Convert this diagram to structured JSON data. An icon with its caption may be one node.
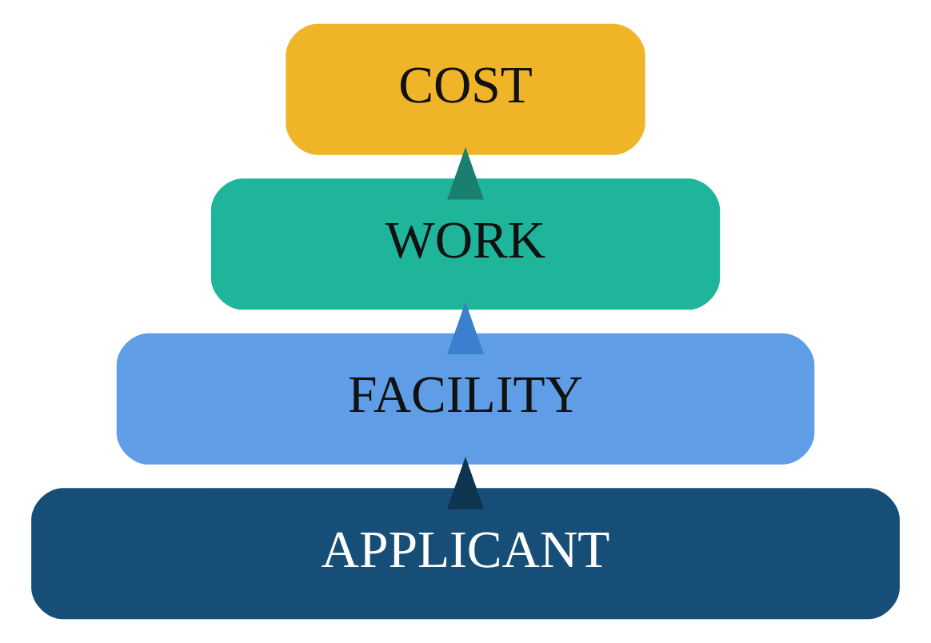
{
  "diagram": {
    "nodes": [
      {
        "text": [
          "COST"
        ]
      },
      {
        "text": [
          "WORK"
        ]
      },
      {
        "text": [
          "FACILITY"
        ]
      },
      {
        "text": [
          "APPLICANT"
        ]
      }
    ],
    "edges": [
      {
        "from": 3,
        "to": 2,
        "arrow": "to",
        "color": "#0d3550"
      },
      {
        "from": 2,
        "to": 1,
        "arrow": "to",
        "color": "#3a7fd0"
      },
      {
        "from": 1,
        "to": 0,
        "arrow": "to",
        "color": "#1a7f6e"
      }
    ]
  }
}
